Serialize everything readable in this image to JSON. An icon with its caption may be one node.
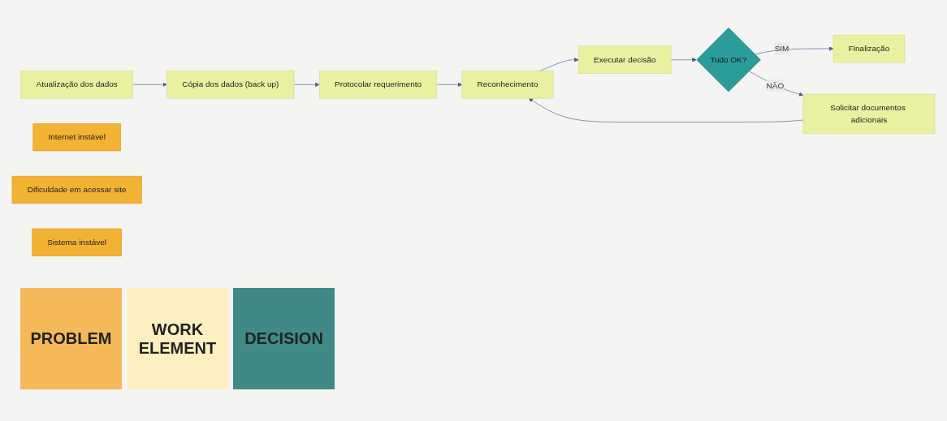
{
  "diagram": {
    "nodes": [
      {
        "text": [
          "Atualização dos dados"
        ]
      },
      {
        "text": [
          "Internet instável"
        ]
      },
      {
        "text": [
          "Cópia dos dados (back up)"
        ]
      },
      {
        "text": [
          "Protocolar requerimento"
        ]
      },
      {
        "text": [
          "Dificuldade em acessar site"
        ]
      },
      {
        "text": [
          "Reconhecimento"
        ]
      },
      {
        "text": [
          "Executar decisão"
        ]
      },
      {
        "text": [
          "Tudo OK?"
        ]
      },
      {
        "text": [
          "Finalização"
        ]
      },
      {
        "text": [
          "Sistema instável"
        ]
      },
      {
        "text": [
          "Solicitar documentos adicionais"
        ]
      }
    ],
    "edges": [
      {
        "from": 0,
        "to": 2,
        "arrow": "to"
      },
      {
        "from": 2,
        "to": 3,
        "arrow": "to"
      },
      {
        "from": 3,
        "to": 5,
        "arrow": "to"
      },
      {
        "from": 5,
        "to": 6,
        "arrow": "to"
      },
      {
        "from": 6,
        "to": 7,
        "arrow": "to"
      },
      {
        "from": 7,
        "to": 8,
        "label": "SIM",
        "arrow": "to"
      },
      {
        "from": 7,
        "to": 10,
        "label": "NÃO",
        "arrow": "to"
      },
      {
        "from": 10,
        "to": 5,
        "arrow": "to"
      }
    ],
    "legend": [
      {
        "text": "PROBLEM",
        "color": "#f6b95a"
      },
      {
        "text": "WORK ELEMENT",
        "color": "#fdf0c0"
      },
      {
        "text": "DECISION",
        "color": "#3f8a87"
      }
    ]
  }
}
